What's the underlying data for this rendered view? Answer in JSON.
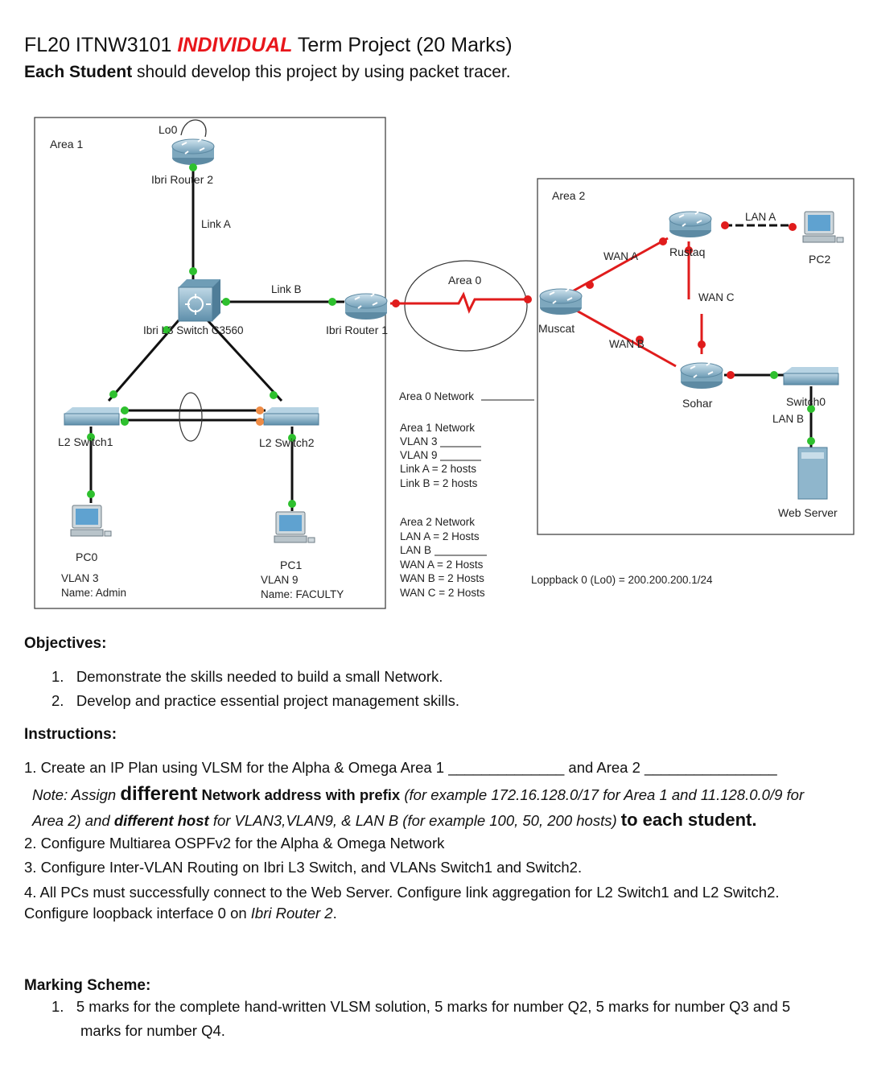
{
  "title": {
    "prefix": "FL20 ITNW3101 ",
    "emphasis": "INDIVIDUAL",
    "suffix": " Term Project (20 Marks)"
  },
  "subtitle": {
    "bold": "Each Student",
    "rest": " should develop this project by using packet tracer."
  },
  "diagram": {
    "area1": "Area 1",
    "area2": "Area 2",
    "area0": "Area 0",
    "lo0": "Lo0",
    "ibri_router2": "Ibri Router 2",
    "link_a": "Link A",
    "link_b": "Link B",
    "ibri_l3_switch": "Ibri L3 Switch C3560",
    "ibri_router1": "Ibri Router 1",
    "l2_switch1": "L2 Switch1",
    "l2_switch2": "L2 Switch2",
    "pc0": "PC0",
    "pc0_vlan": "VLAN 3",
    "pc0_name": "Name: Admin",
    "pc1": "PC1",
    "pc1_vlan": "VLAN 9",
    "pc1_name": "Name: FACULTY",
    "muscat": "Muscat",
    "rustaq": "Rustaq",
    "sohar": "Sohar",
    "pc2": "PC2",
    "switch0": "Switch0",
    "web_server": "Web Server",
    "wan_a": "WAN A",
    "wan_b": "WAN B",
    "wan_c": "WAN C",
    "lan_a": "LAN A",
    "lan_b": "LAN B",
    "area0_network": "Area 0 Network",
    "area1_network": "Area 1 Network",
    "area1_vlan3": "VLAN 3",
    "area1_vlan9": "VLAN 9",
    "area1_linka": "Link A = 2 hosts",
    "area1_linkb": "Link B = 2 hosts",
    "area2_network": "Area 2 Network",
    "area2_lana": "LAN A = 2 Hosts",
    "area2_lanb": "LAN B",
    "area2_wana": "WAN A = 2 Hosts",
    "area2_wanb": "WAN B = 2 Hosts",
    "area2_wanc": "WAN C = 2 Hosts",
    "loopback": "Loppback 0 (Lo0) = 200.200.200.1/24"
  },
  "objectives": {
    "heading": "Objectives:",
    "items": [
      "Demonstrate the skills needed to build a small Network.",
      "Develop and practice essential project management skills."
    ]
  },
  "instructions": {
    "heading": "Instructions:",
    "i1": "1. Create an IP Plan using VLSM for the Alpha & Omega Area 1 ______________ and Area 2 ________________",
    "note_a": "Note: Assign ",
    "note_b": "different",
    "note_c": " Network address with prefix",
    "note_d": " (for example 172.16.128.0/17 for Area 1  and 11.128.0.0/9 for",
    "note2_a": "Area 2) and ",
    "note2_b": "different host",
    "note2_c": " for VLAN3,VLAN9, & LAN B (for example 100, 50, 200 hosts) ",
    "note2_d": "to each student.",
    "i2": "2. Configure Multiarea OSPFv2 for the Alpha & Omega Network",
    "i3": "3. Configure Inter-VLAN Routing on Ibri L3 Switch, and VLANs Switch1 and Switch2.",
    "i4": "4. All PCs must successfully connect to the Web Server. Configure link aggregation for L2 Switch1 and L2 Switch2.",
    "i4b_a": "Configure loopback interface 0 on ",
    "i4b_b": "Ibri Router 2",
    "i4b_c": "."
  },
  "marking": {
    "heading": "Marking Scheme:",
    "line1": "5 marks for the complete hand-written VLSM solution, 5 marks for number Q2, 5 marks for number Q3 and 5",
    "line2": "marks for number Q4."
  }
}
